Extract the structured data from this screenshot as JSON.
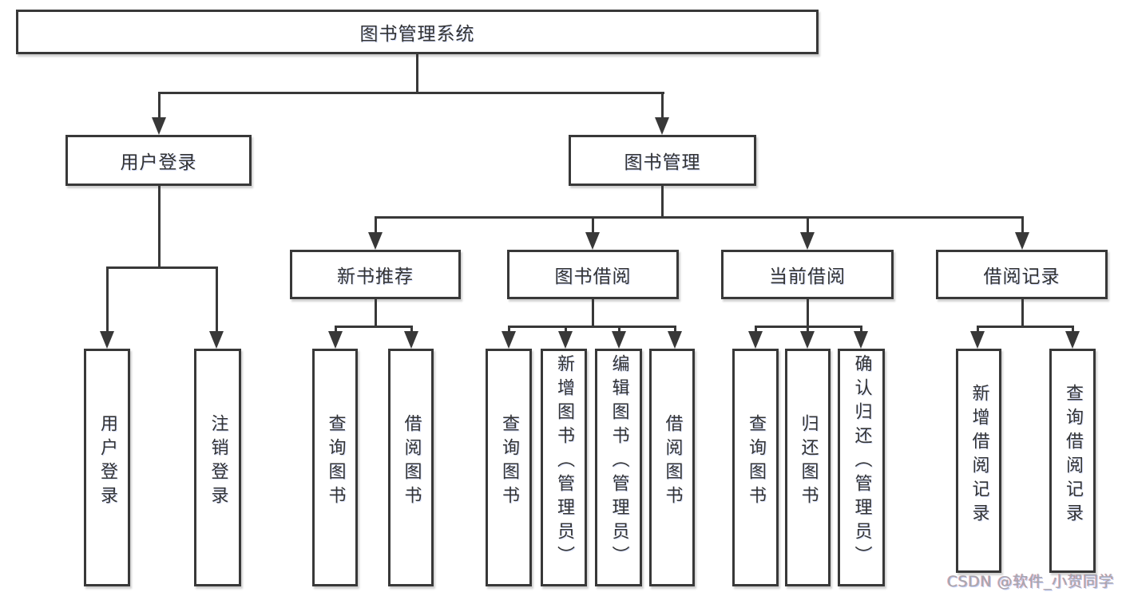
{
  "tree": {
    "root": "图书管理系统",
    "login_branch": {
      "label": "用户登录",
      "children": [
        "用户登录",
        "注销登录"
      ]
    },
    "management_branch": {
      "label": "图书管理",
      "groups": [
        {
          "label": "新书推荐",
          "children": [
            "查询图书",
            "借阅图书"
          ]
        },
        {
          "label": "图书借阅",
          "children": [
            "查询图书",
            "新增图书（管理员）",
            "编辑图书（管理员）",
            "借阅图书"
          ]
        },
        {
          "label": "当前借阅",
          "children": [
            "查询图书",
            "归还图书",
            "确认归还（管理员）"
          ]
        },
        {
          "label": "借阅记录",
          "children": [
            "新增借阅记录",
            "查询借阅记录"
          ]
        }
      ]
    }
  },
  "watermark": "CSDN @软件_小贺同学",
  "colors": {
    "line": "#383838",
    "text": "#333333",
    "background": "#ffffff",
    "watermark_gray": "#a6a6ae"
  }
}
